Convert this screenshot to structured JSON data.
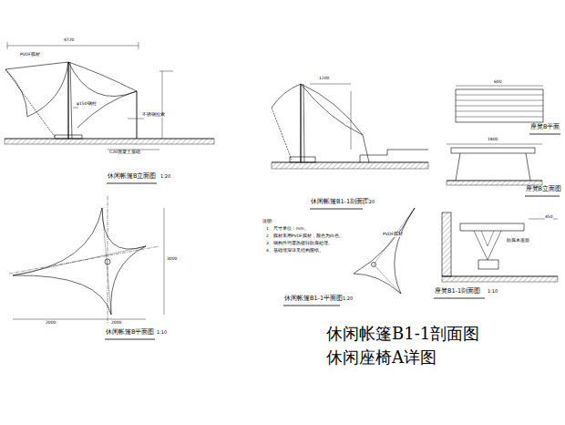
{
  "diagram": {
    "labels": [
      "休闲帐篷B立面图",
      "1:20",
      "休闲帐篷B平面图",
      "1:10",
      "休闲帐篷B1-1剖面图",
      "1:20",
      "说明:",
      "1、尺寸单位：mm。",
      "2、膜材采用PVDF膜材，颜色为白色。",
      "3、钢构件均需热镀锌防腐处理。",
      "4、基础埋深详见结构图纸。",
      "休闲帐篷B1-1平面图",
      "1:20",
      "座凳B平面",
      "座凳B立面图",
      "座凳B1-1剖面图",
      "1:10",
      "休闲帐篷B1-1剖面图",
      "休闲座椅A详图",
      "φ150钢柱",
      "PVDF膜材",
      "不锈钢拉索",
      "C20混凝土基础",
      "4720",
      "2000",
      "2000",
      "3000",
      "1200",
      "PVDF膜材",
      "600",
      "1800",
      "450",
      "防腐木座面"
    ]
  }
}
